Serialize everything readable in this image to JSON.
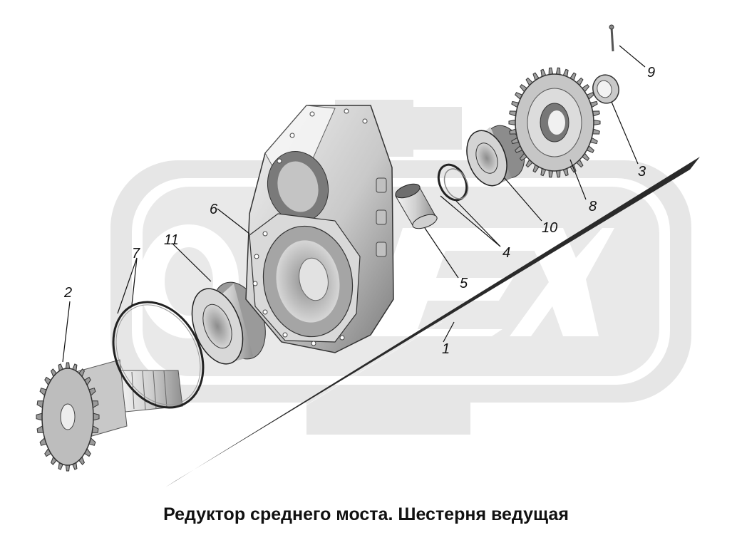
{
  "caption": "Редуктор среднего моста. Шестерня ведущая",
  "callouts": {
    "c1": "1",
    "c2": "2",
    "c3": "3",
    "c4": "4",
    "c5": "5",
    "c6": "6",
    "c7": "7",
    "c8": "8",
    "c9": "9",
    "c10": "10",
    "c11": "11"
  },
  "watermark": {
    "name": "cog-logo",
    "lettering": "OLEX",
    "color": "#e3e3e3"
  },
  "colors": {
    "line": "#111111",
    "part_light": "#e6e6e6",
    "part_mid": "#bdbdbd",
    "part_dark": "#8a8a8a"
  }
}
